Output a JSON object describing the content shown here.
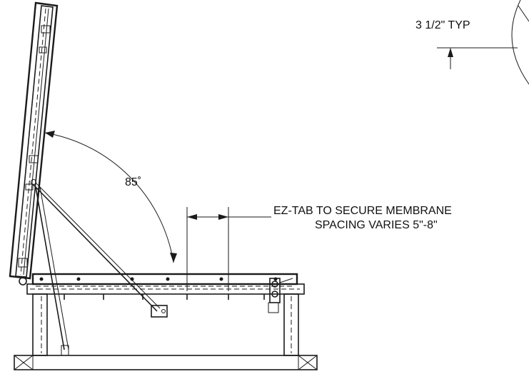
{
  "labels": {
    "typ_dimension": "3 1/2\" TYP",
    "angle": "85˚",
    "note_line1": "EZ-TAB TO SECURE MEMBRANE",
    "note_line2": "SPACING VARIES 5\"-8\""
  },
  "colors": {
    "line": "#1a1a1a",
    "background": "#ffffff"
  }
}
